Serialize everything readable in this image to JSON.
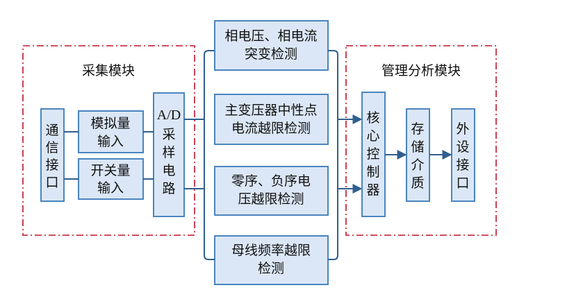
{
  "acquisition_module": {
    "title": "采集模块",
    "comm_interface": [
      "通",
      "信",
      "接",
      "口"
    ],
    "analog_input": [
      "模拟量",
      "输入"
    ],
    "switch_input": [
      "开关量",
      "输入"
    ],
    "ad_sampling": [
      "A/D",
      "采",
      "样",
      "电",
      "路"
    ]
  },
  "detection_functions": [
    [
      "相电压、相电流",
      "突变检测"
    ],
    [
      "主变压器中性点",
      "电流越限检测"
    ],
    [
      "零序、负序电",
      "压越限检测"
    ],
    [
      "母线频率越限",
      "检测"
    ]
  ],
  "analysis_module": {
    "title": "管理分析模块",
    "core_controller": [
      "核",
      "心",
      "控",
      "制",
      "器"
    ],
    "storage_medium": [
      "存",
      "储",
      "介",
      "质"
    ],
    "peripheral_interface": [
      "外",
      "设",
      "接",
      "口"
    ]
  }
}
